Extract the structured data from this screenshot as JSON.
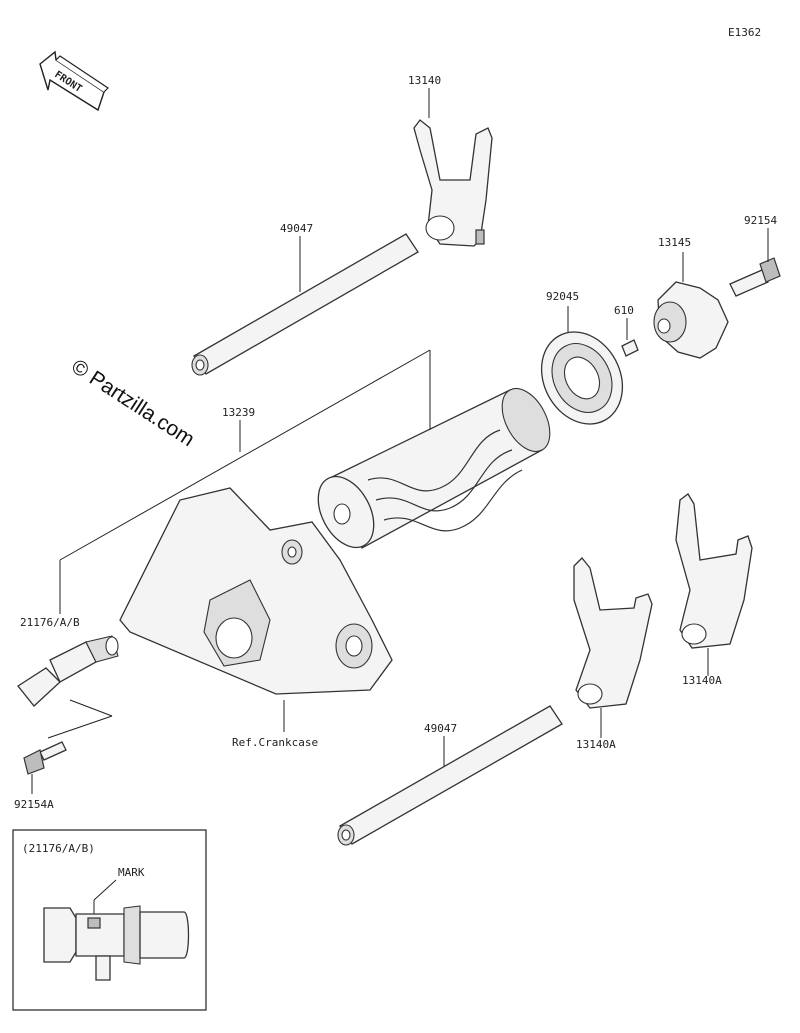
{
  "diagram": {
    "code": "E1362",
    "front_label": "FRONT",
    "watermark": "© Partzilla.com",
    "labels": {
      "fork_top": "13140",
      "shaft_upper": "49047",
      "holder": "13145",
      "bolt_right": "92154",
      "bearing": "92045",
      "pin": "610",
      "drum": "13239",
      "sensor": "21176/A/B",
      "crankcase": "Ref.Crankcase",
      "bolt_left": "92154A",
      "shaft_lower": "49047",
      "fork_mid": "13140A",
      "fork_right": "13140A"
    },
    "inset": {
      "title": "(21176/A/B)",
      "mark_label": "MARK"
    }
  }
}
